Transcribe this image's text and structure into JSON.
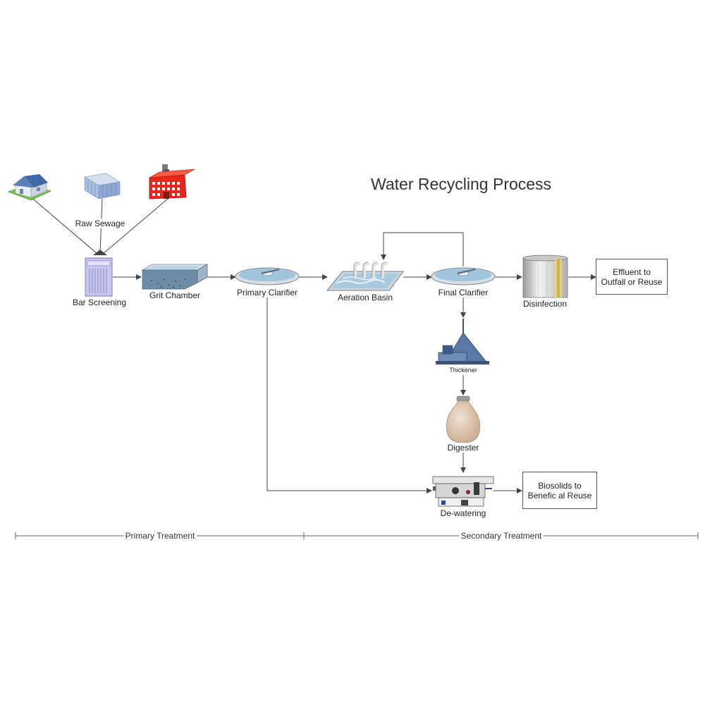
{
  "title": "Water Recycling Process",
  "nodes": {
    "raw_sewage": "Raw Sewage",
    "bar_screening": "Bar Screening",
    "grit_chamber": "Grit Chamber",
    "primary_clarifier": "Primary Clarifier",
    "aeration_basin": "Aeration Basin",
    "final_clarifier": "Final Clarifier",
    "disinfection": "Disinfection",
    "thickener": "Thickener",
    "digester": "Digester",
    "dewatering": "De-watering"
  },
  "outputs": {
    "effluent_line1": "Effluent to",
    "effluent_line2": "Outfall or Reuse",
    "biosolids_line1": "Biosolids to",
    "biosolids_line2": "Benefic al Reuse"
  },
  "phases": {
    "primary": "Primary Treatment",
    "secondary": "Secondary Treatment"
  },
  "icons": [
    "house-icon",
    "office-building-icon",
    "factory-icon",
    "bar-screen-icon",
    "grit-chamber-icon",
    "clarifier-icon",
    "aeration-basin-icon",
    "disinfection-tank-icon",
    "thickener-icon",
    "digester-icon",
    "dewatering-press-icon"
  ],
  "colors": {
    "line": "#444444",
    "water": "#a9c9df",
    "factory": "#e8261c"
  }
}
